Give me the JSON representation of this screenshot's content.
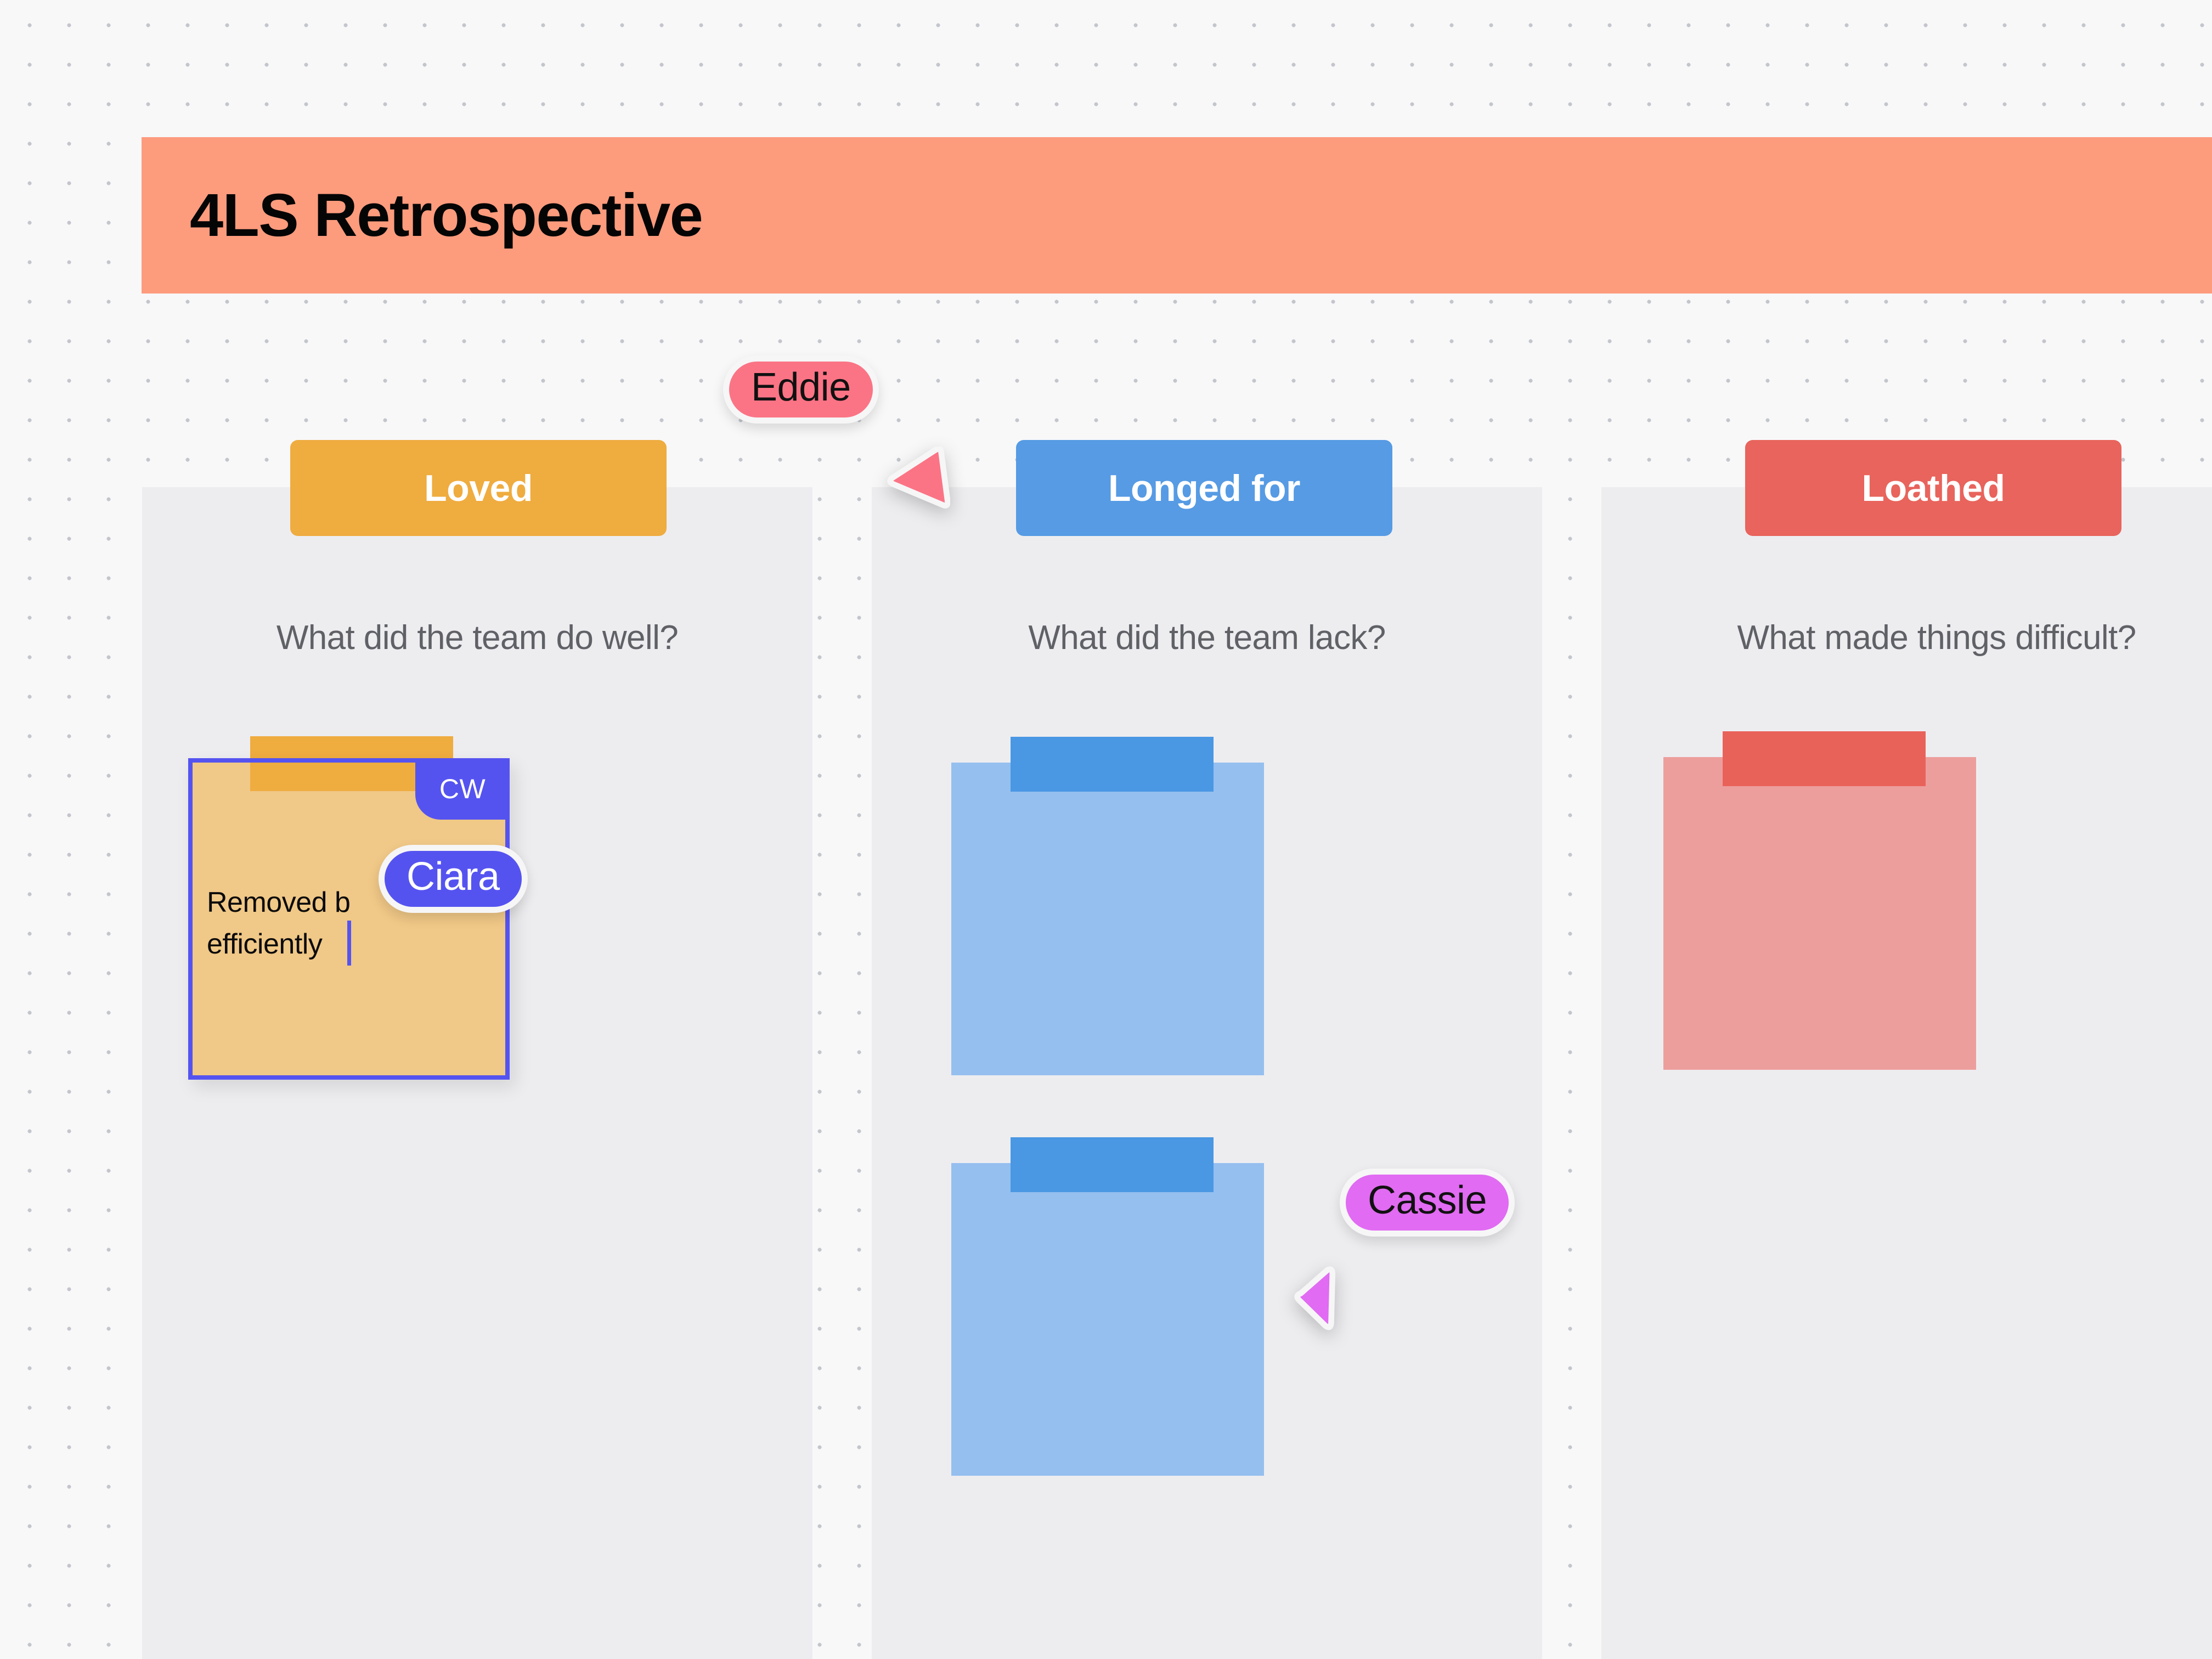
{
  "board": {
    "title": "4LS Retrospective",
    "title_banner_color": "#FD9B7D",
    "canvas_background": "#f8f8f9",
    "dot_grid_color": "#c3c6cc"
  },
  "columns": [
    {
      "id": "loved",
      "header_label": "Loved",
      "header_color": "#EFAC3F",
      "question": "What did the team do well?",
      "panel_color": "#ededf0"
    },
    {
      "id": "longed-for",
      "header_label": "Longed for",
      "header_color": "#569BE4",
      "question": "What did the team lack?",
      "panel_color": "#ededf0"
    },
    {
      "id": "loathed",
      "header_label": "Loathed",
      "header_color": "#E8645C",
      "question": "What made things difficult?",
      "panel_color": "#ededf0"
    }
  ],
  "notes": {
    "loved": [
      {
        "text": "Removed b\nefficiently ",
        "body_color": "#F0C887",
        "tape_color": "#EFAC3F",
        "selected": true,
        "editing": true,
        "avatar_initials": "CW",
        "avatar_color": "#5553F0",
        "selection_color": "#5553F0"
      }
    ],
    "longed_for": [
      {
        "text": "",
        "body_color": "#95BFEF",
        "tape_color": "#4A97E4",
        "selected": false
      },
      {
        "text": "",
        "body_color": "#95BFEF",
        "tape_color": "#4A97E4",
        "selected": false
      }
    ],
    "loathed": [
      {
        "text": "",
        "body_color": "#EC9E9C",
        "tape_color": "#E9625A",
        "selected": false
      }
    ]
  },
  "cursors": [
    {
      "name": "Eddie",
      "color": "#FB7485",
      "text_color": "#111111"
    },
    {
      "name": "Cassie",
      "color": "#E16BF2",
      "text_color": "#111111"
    },
    {
      "name": "Ciara",
      "color": "#5553F0",
      "text_color": "#ffffff"
    }
  ]
}
